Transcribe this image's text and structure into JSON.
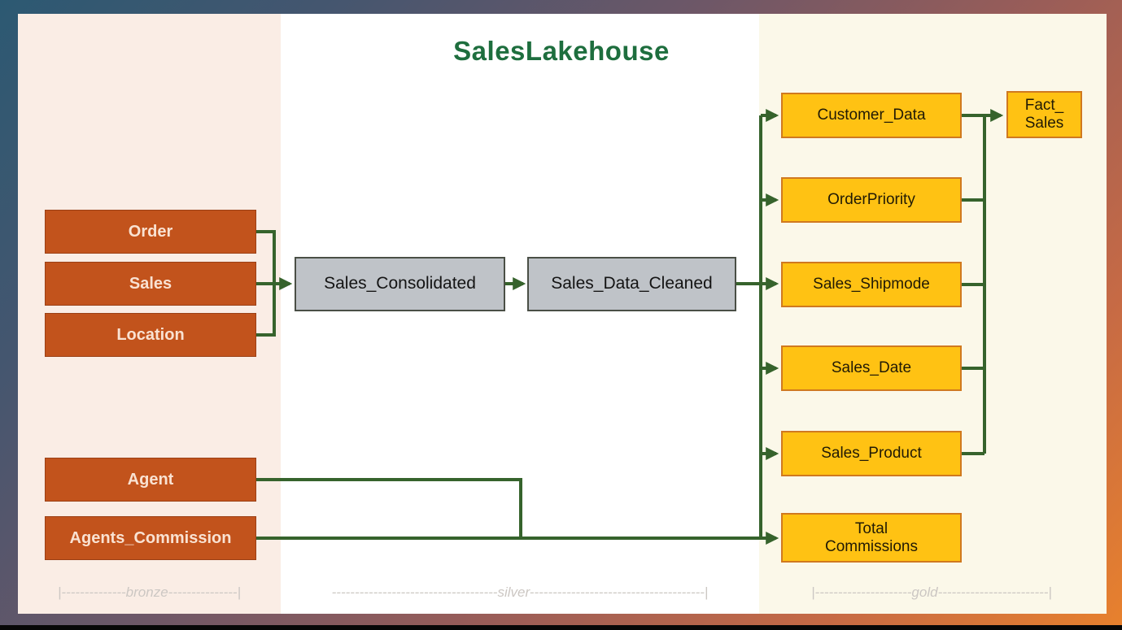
{
  "title": "SalesLakehouse",
  "zones": {
    "bronze": {
      "label": "|--------------bronze---------------|"
    },
    "silver": {
      "label": "------------------------------------silver--------------------------------------|"
    },
    "gold": {
      "label": "|---------------------gold------------------------|"
    }
  },
  "nodes": {
    "order": {
      "label": "Order"
    },
    "sales": {
      "label": "Sales"
    },
    "location": {
      "label": "Location"
    },
    "agent": {
      "label": "Agent"
    },
    "agents_commission": {
      "label": "Agents_Commission"
    },
    "sales_consolidated": {
      "label": "Sales_Consolidated"
    },
    "sales_data_cleaned": {
      "label": "Sales_Data_Cleaned"
    },
    "customer_data": {
      "label": "Customer_Data"
    },
    "order_priority": {
      "label": "OrderPriority"
    },
    "sales_shipmode": {
      "label": "Sales_Shipmode"
    },
    "sales_date": {
      "label": "Sales_Date"
    },
    "sales_product": {
      "label": "Sales_Product"
    },
    "total_commissions": {
      "line1": "Total",
      "line2": "Commissions"
    },
    "fact_sales": {
      "line1": "Fact_",
      "line2": "Sales"
    }
  },
  "colors": {
    "title_green": "#1E6E3E",
    "connector_green": "#36632C",
    "bronze_node_fill": "#C2531C",
    "bronze_node_text": "#F9E2D2",
    "silver_node_fill": "#BFC3C8",
    "gold_node_fill": "#FFC213",
    "gold_node_border": "#D0791F",
    "bronze_zone_bg": "#FAEDE5",
    "silver_zone_bg": "#FFFFFF",
    "gold_zone_bg": "#FBF8E9",
    "zone_label_text": "#CCC7C3",
    "frame_gradient_start": "#2C5972",
    "frame_gradient_end": "#E8812D"
  }
}
